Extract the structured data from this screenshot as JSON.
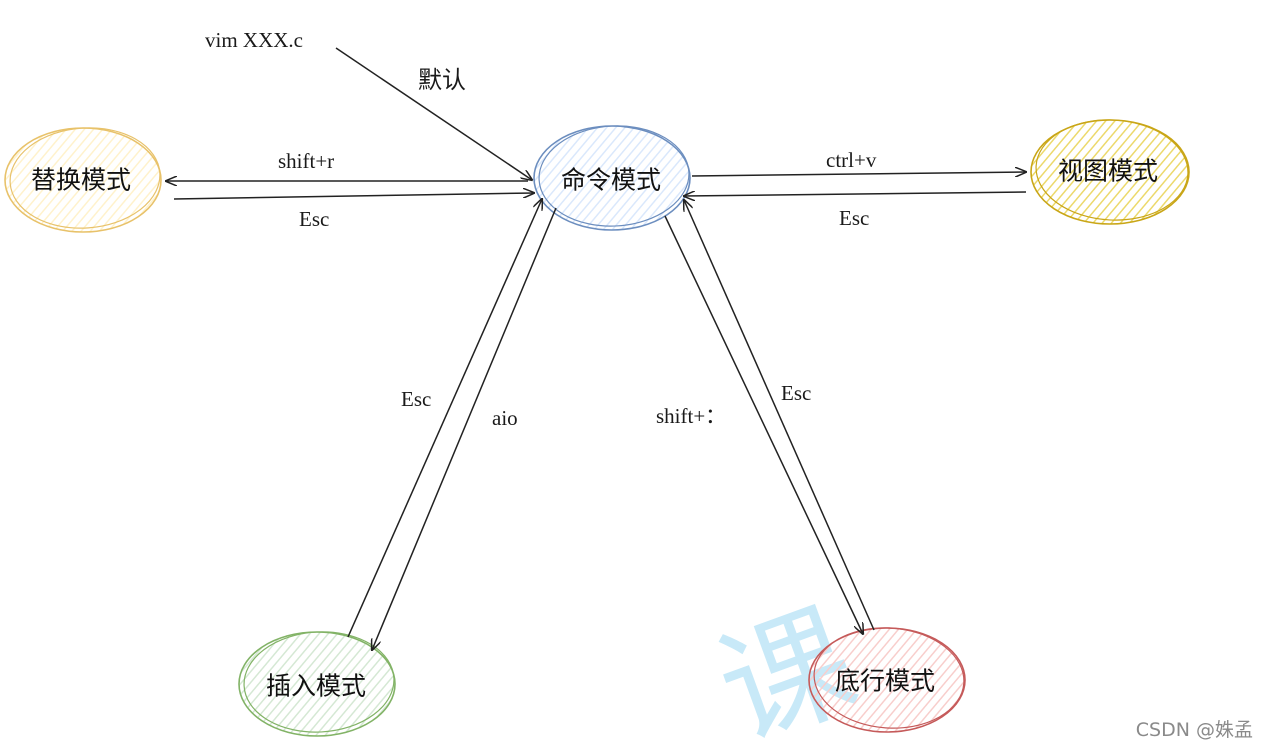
{
  "nodes": {
    "command": {
      "label": "命令模式",
      "stroke": "#6c8ebf",
      "fill": "#dae8fc"
    },
    "replace": {
      "label": "替换模式",
      "stroke": "#e8c26a",
      "fill": "#fff2cc"
    },
    "visual": {
      "label": "视图模式",
      "stroke": "#c9a617",
      "fill": "#ecd96b"
    },
    "insert": {
      "label": "插入模式",
      "stroke": "#82b366",
      "fill": "#d5e8d4"
    },
    "lastline": {
      "label": "底行模式",
      "stroke": "#c55a5a",
      "fill": "#f8cecc"
    }
  },
  "entry": {
    "label": "vim  XXX.c",
    "default_label": "默认"
  },
  "edges": {
    "command_to_replace": "shift+r",
    "replace_to_command": "Esc",
    "command_to_visual": "ctrl+v",
    "visual_to_command": "Esc",
    "insert_to_command": "Esc",
    "command_to_insert": "aio",
    "command_to_lastline": "shift+：",
    "lastline_to_command": "Esc"
  },
  "watermark": "课",
  "credit": "CSDN @姝孟"
}
